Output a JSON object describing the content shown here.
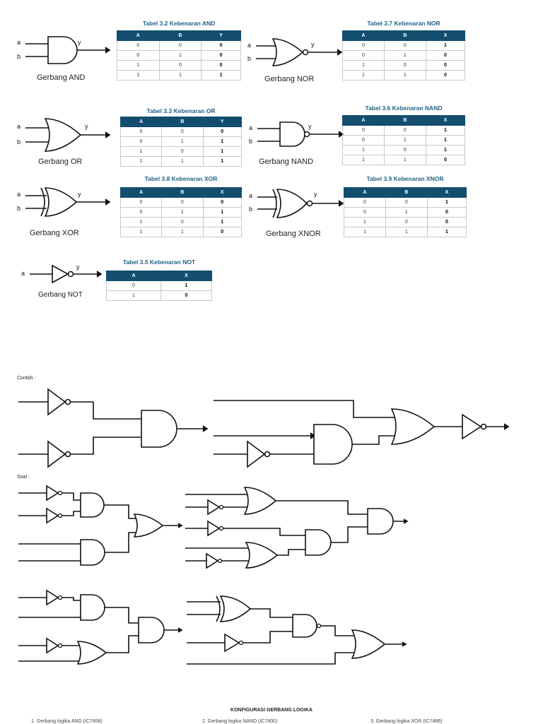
{
  "tables": {
    "and": {
      "title": "Tabel 3.2  Kebenaran AND",
      "gate": "Gerbang AND",
      "headers": [
        "A",
        "B",
        "Y"
      ],
      "rows": [
        [
          "0",
          "0",
          "0"
        ],
        [
          "0",
          "1",
          "0"
        ],
        [
          "1",
          "0",
          "0"
        ],
        [
          "1",
          "1",
          "1"
        ]
      ]
    },
    "nor": {
      "title": "Tabel 3.7  Kebenaran NOR",
      "gate": "Gerbang NOR",
      "headers": [
        "A",
        "B",
        "X"
      ],
      "rows": [
        [
          "0",
          "0",
          "1"
        ],
        [
          "0",
          "1",
          "0"
        ],
        [
          "1",
          "0",
          "0"
        ],
        [
          "1",
          "1",
          "0"
        ]
      ]
    },
    "or": {
      "title": "Tabel 3.3  Kebenaran OR",
      "gate": "Gerbang OR",
      "headers": [
        "A",
        "B",
        "Y"
      ],
      "rows": [
        [
          "0",
          "0",
          "0"
        ],
        [
          "0",
          "1",
          "1"
        ],
        [
          "1",
          "0",
          "1"
        ],
        [
          "1",
          "1",
          "1"
        ]
      ]
    },
    "nand": {
      "title": "Tabel 3.6  Kebenaran NAND",
      "gate": "Gerbang NAND",
      "headers": [
        "A",
        "B",
        "X"
      ],
      "rows": [
        [
          "0",
          "0",
          "1"
        ],
        [
          "0",
          "1",
          "1"
        ],
        [
          "1",
          "0",
          "1"
        ],
        [
          "1",
          "1",
          "0"
        ]
      ]
    },
    "xor": {
      "title": "Tabel 3.8  Kebenaran XOR",
      "gate": "Gerbang XOR",
      "headers": [
        "A",
        "B",
        "X"
      ],
      "rows": [
        [
          "0",
          "0",
          "0"
        ],
        [
          "0",
          "1",
          "1"
        ],
        [
          "1",
          "0",
          "1"
        ],
        [
          "1",
          "1",
          "0"
        ]
      ]
    },
    "xnor": {
      "title": "Tabel 3.9  Kebenaran XNOR",
      "gate": "Gerbang XNOR",
      "headers": [
        "A",
        "B",
        "X"
      ],
      "rows": [
        [
          "0",
          "0",
          "1"
        ],
        [
          "0",
          "1",
          "0"
        ],
        [
          "1",
          "0",
          "0"
        ],
        [
          "1",
          "1",
          "1"
        ]
      ]
    },
    "not": {
      "title": "Tabel 3.5  Kebenaran NOT",
      "gate": "Gerbang NOT",
      "headers": [
        "A",
        "X"
      ],
      "rows": [
        [
          "0",
          "1"
        ],
        [
          "1",
          "0"
        ]
      ]
    }
  },
  "labels": {
    "input_a": "a",
    "input_b": "b",
    "output_y": "y",
    "contoh": "Contoh :",
    "soal": "Soal :",
    "footer_title": "KONFIGURASI GERBANG LOGIKA",
    "footer_items": [
      "1.  Gerbang logika AND (IC7408)",
      "2.  Gerbang logika NAND (IC7400)",
      "3.  Gerbang logika XOR (IC7486)"
    ]
  }
}
